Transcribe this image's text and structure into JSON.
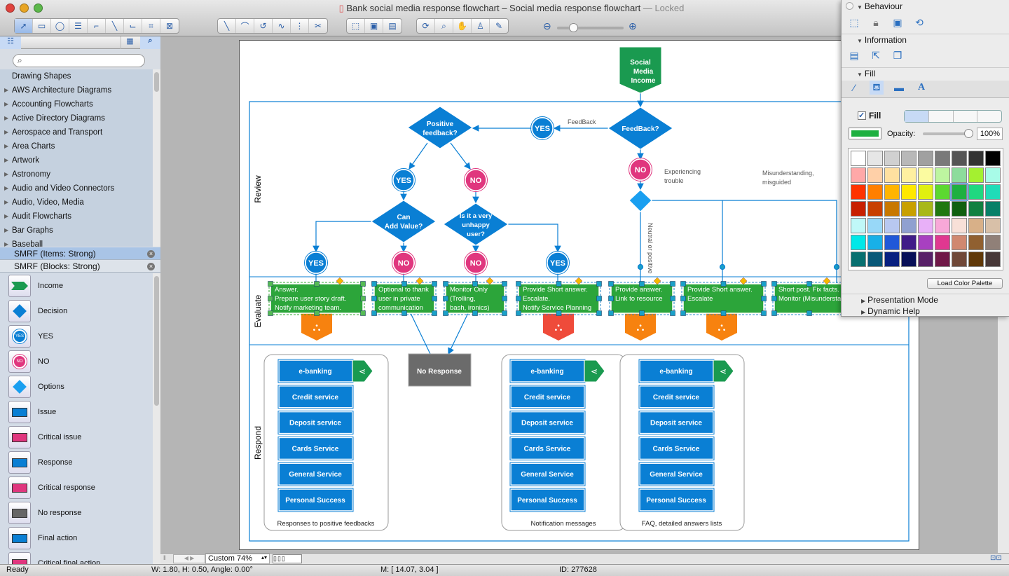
{
  "window": {
    "title": "Bank social media response flowchart – Social media response flowchart",
    "locked": "— Locked"
  },
  "toolbar": {
    "groups": [
      [
        {
          "icon": "pointer-icon",
          "g": "➚"
        },
        {
          "icon": "rectangle-icon",
          "g": "▭"
        },
        {
          "icon": "ellipse-icon",
          "g": "◯"
        },
        {
          "icon": "text-block-icon",
          "g": "☰"
        },
        {
          "icon": "connector-icon",
          "g": "⌐"
        },
        {
          "icon": "direct-connector-icon",
          "g": "╲"
        },
        {
          "icon": "smart-connector-icon",
          "g": "⌙"
        },
        {
          "icon": "round-connector-icon",
          "g": "⌗"
        },
        {
          "icon": "insert-icon",
          "g": "⊠"
        }
      ],
      [
        {
          "icon": "line-icon",
          "g": "╲"
        },
        {
          "icon": "arc-icon",
          "g": "⌒"
        },
        {
          "icon": "curve-icon",
          "g": "↺"
        },
        {
          "icon": "bezier-icon",
          "g": "∿"
        },
        {
          "icon": "split-icon",
          "g": "⋮"
        },
        {
          "icon": "scissors-icon",
          "g": "✂"
        }
      ],
      [
        {
          "icon": "group-icon",
          "g": "⬚"
        },
        {
          "icon": "align-icon",
          "g": "▣"
        },
        {
          "icon": "arrange-icon",
          "g": "▤"
        }
      ],
      [
        {
          "icon": "rotate-icon",
          "g": "⟳"
        },
        {
          "icon": "zoom-icon",
          "g": "⌕"
        },
        {
          "icon": "hand-icon",
          "g": "✋"
        },
        {
          "icon": "stamp-icon",
          "g": "♙"
        },
        {
          "icon": "eyedropper-icon",
          "g": "✎"
        }
      ]
    ]
  },
  "library": {
    "tree": [
      {
        "label": "Drawing Shapes",
        "arrow": false
      },
      {
        "label": "AWS Architecture Diagrams",
        "arrow": true
      },
      {
        "label": "Accounting Flowcharts",
        "arrow": true
      },
      {
        "label": "Active Directory Diagrams",
        "arrow": true
      },
      {
        "label": "Aerospace and Transport",
        "arrow": true
      },
      {
        "label": "Area Charts",
        "arrow": true
      },
      {
        "label": "Artwork",
        "arrow": true
      },
      {
        "label": "Astronomy",
        "arrow": true
      },
      {
        "label": "Audio and Video Connectors",
        "arrow": true
      },
      {
        "label": "Audio, Video, Media",
        "arrow": true
      },
      {
        "label": "Audit Flowcharts",
        "arrow": true
      },
      {
        "label": "Bar Graphs",
        "arrow": true
      },
      {
        "label": "Baseball",
        "arrow": true
      }
    ],
    "sections": [
      "SMRF (Items: Strong)",
      "SMRF (Blocks: Strong)"
    ],
    "shapes": [
      {
        "label": "Income",
        "color": "#1a9a50",
        "kind": "chev"
      },
      {
        "label": "Decision",
        "color": "#0a7fd4",
        "kind": "dia"
      },
      {
        "label": "YES",
        "color": "#0a7fd4",
        "kind": "yes"
      },
      {
        "label": "NO",
        "color": "#e0367e",
        "kind": "no"
      },
      {
        "label": "Options",
        "color": "#1a9ff0",
        "kind": "dia"
      },
      {
        "label": "Issue",
        "color": "#0a7fd4",
        "kind": "rect"
      },
      {
        "label": "Critical issue",
        "color": "#e0367e",
        "kind": "rect"
      },
      {
        "label": "Response",
        "color": "#0a7fd4",
        "kind": "rect"
      },
      {
        "label": "Critical response",
        "color": "#e0367e",
        "kind": "rect"
      },
      {
        "label": "No response",
        "color": "#666666",
        "kind": "rect"
      },
      {
        "label": "Final action",
        "color": "#0a7fd4",
        "kind": "rect"
      },
      {
        "label": "Critical final action",
        "color": "#e0367e",
        "kind": "rect"
      }
    ]
  },
  "diagram": {
    "lanes": [
      "Review",
      "Evaluate",
      "Respond"
    ],
    "income": [
      "Social",
      "Media",
      "Income"
    ],
    "feedback_q": "FeedBack?",
    "feedback_label": "FeedBack",
    "positive_q": [
      "Positive",
      "feedback?"
    ],
    "add_value_q": [
      "Can",
      "Add Value?"
    ],
    "unhappy_q": [
      "Is it a very",
      "unhappy",
      "user?"
    ],
    "yes": "YES",
    "no": "NO",
    "experiencing": [
      "Experiencing",
      "trouble"
    ],
    "misunderstanding": [
      "Misunderstanding,",
      "misguided"
    ],
    "neutral": "Neutral or positive",
    "evaluate": [
      [
        "Answer.",
        "Prepare user story draft.",
        "Notify marketing team."
      ],
      [
        "Optional to thank",
        "user in private",
        "communication"
      ],
      [
        "Monitor Only",
        "(Trolling,",
        "bash, ironics)"
      ],
      [
        "Provide Short answer.",
        "Escalate.",
        "Notify Service Planning"
      ],
      [
        "Provide answer.",
        "Link to resource"
      ],
      [
        "Provide Short answer.",
        "Escalate"
      ],
      [
        "Short post. Fix facts.",
        "Monitor (Misunderstanding)"
      ]
    ],
    "no_response": "No Response",
    "respond_groups": [
      {
        "caption": "Responses to positive feedbacks",
        "items": [
          "e-banking",
          "Credit service",
          "Deposit service",
          "Cards Service",
          "General Service",
          "Personal Success"
        ]
      },
      {
        "caption": "Notification messages",
        "items": [
          "e-banking",
          "Credit service",
          "Deposit service",
          "Cards Service",
          "General Service",
          "Personal Success"
        ]
      },
      {
        "caption": "FAQ, detailed answers lists",
        "items": [
          "e-banking",
          "Credit service",
          "Deposit service",
          "Cards Service",
          "General Service",
          "Personal Success"
        ]
      }
    ],
    "colors": {
      "blue": "#0a7fd4",
      "pink": "#e0367e",
      "green": "#2ca53a",
      "orange": "#f7820f",
      "red": "#ef4b3a",
      "gray": "#6b6b6b"
    }
  },
  "zoom_control": {
    "value": "Custom 74%"
  },
  "status": {
    "ready": "Ready",
    "dims": "W: 1.80,  H: 0.50,  Angle: 0.00°",
    "mouse": "M: [ 14.07, 3.04 ]",
    "id": "ID: 277628"
  },
  "inspector": {
    "behaviour": "Behaviour",
    "information": "Information",
    "fill": "Fill",
    "fill_checkbox": "Fill",
    "fill_checked": true,
    "opacity_label": "Opacity:",
    "opacity_value": "100%",
    "opacity": 1.0,
    "current_color": "#1eb040",
    "load_palette": "Load Color Palette",
    "presentation": "Presentation Mode",
    "dynamic_help": "Dynamic Help",
    "palette": [
      "#ffffff",
      "#e6e6e6",
      "#d0d0d0",
      "#b8b8b8",
      "#a0a0a0",
      "#7a7a7a",
      "#555555",
      "#333333",
      "#000000",
      "#ffa8a8",
      "#ffd0a8",
      "#ffe0a0",
      "#fff0a0",
      "#fbfba0",
      "#bdf5a0",
      "#8ddc9c",
      "#a4f030",
      "#a8fce8",
      "#ff3300",
      "#ff7f00",
      "#ffb400",
      "#ffe800",
      "#e0f010",
      "#5cd830",
      "#1eb040",
      "#20d880",
      "#20dcb8",
      "#c82000",
      "#c84000",
      "#c87800",
      "#c8a000",
      "#a8b818",
      "#207810",
      "#106010",
      "#108040",
      "#088068",
      "#c0f8f8",
      "#98d8f8",
      "#b8c8f0",
      "#90a0d0",
      "#e8b0f8",
      "#f8a8d8",
      "#f8e0d8",
      "#d8b088",
      "#d8c0a8",
      "#00e8e8",
      "#18b0e8",
      "#2058d8",
      "#401c88",
      "#a840c0",
      "#e03890",
      "#d08870",
      "#906030",
      "#908078",
      "#087070",
      "#085878",
      "#082080",
      "#081058",
      "#582068",
      "#701848",
      "#704838",
      "#603808",
      "#483838"
    ]
  }
}
